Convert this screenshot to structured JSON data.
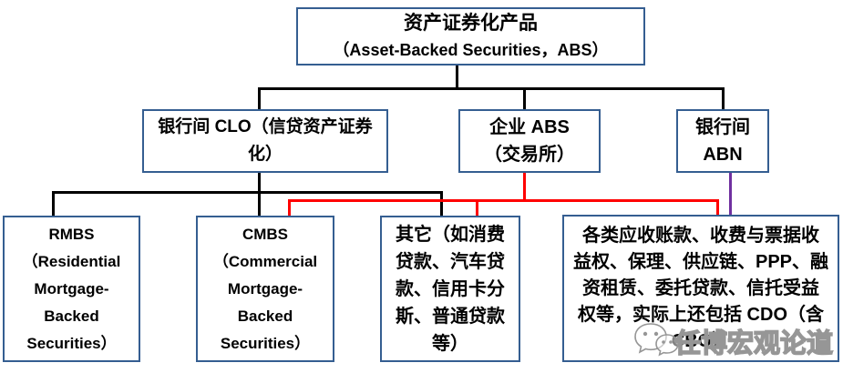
{
  "diagram": {
    "background": "#FFFFFF",
    "colors": {
      "box_border": "#355E91",
      "text": "#000000",
      "root_tree_line": "#000000",
      "corp_abs_tree_line": "#FF0000",
      "abn_tree_line": "#7030A0"
    },
    "nodes": {
      "root": {
        "lines": [
          "资产证券化产品",
          "（Asset-Backed Securities，ABS）"
        ]
      },
      "clo": {
        "lines": [
          "银行间 CLO（信贷资产证券",
          "化）"
        ]
      },
      "corp_abs": {
        "lines": [
          "企业 ABS",
          "（交易所）"
        ]
      },
      "abn": {
        "lines": [
          "银行间",
          "ABN"
        ]
      },
      "rmbs": {
        "lines": [
          "RMBS",
          "（Residential",
          "Mortgage-",
          "Backed",
          "Securities）"
        ]
      },
      "cmbs": {
        "lines": [
          "CMBS",
          "（Commercial",
          "Mortgage-",
          "Backed",
          "Securities）"
        ]
      },
      "other": {
        "lines": [
          "其它（如消费",
          "贷款、汽车贷",
          "款、信用卡分",
          "斯、普通贷款",
          "等）"
        ]
      },
      "receivables": {
        "lines": [
          "各类应收账款、收费与票据收",
          "益权、保理、供应链、PPP、融",
          "资租赁、委托贷款、信托受益",
          "权等，实际上还包括 CDO（含",
          "CBO）"
        ]
      }
    }
  },
  "watermark": {
    "text": "任博宏观论道",
    "icon": "speech-bubbles-icon"
  }
}
